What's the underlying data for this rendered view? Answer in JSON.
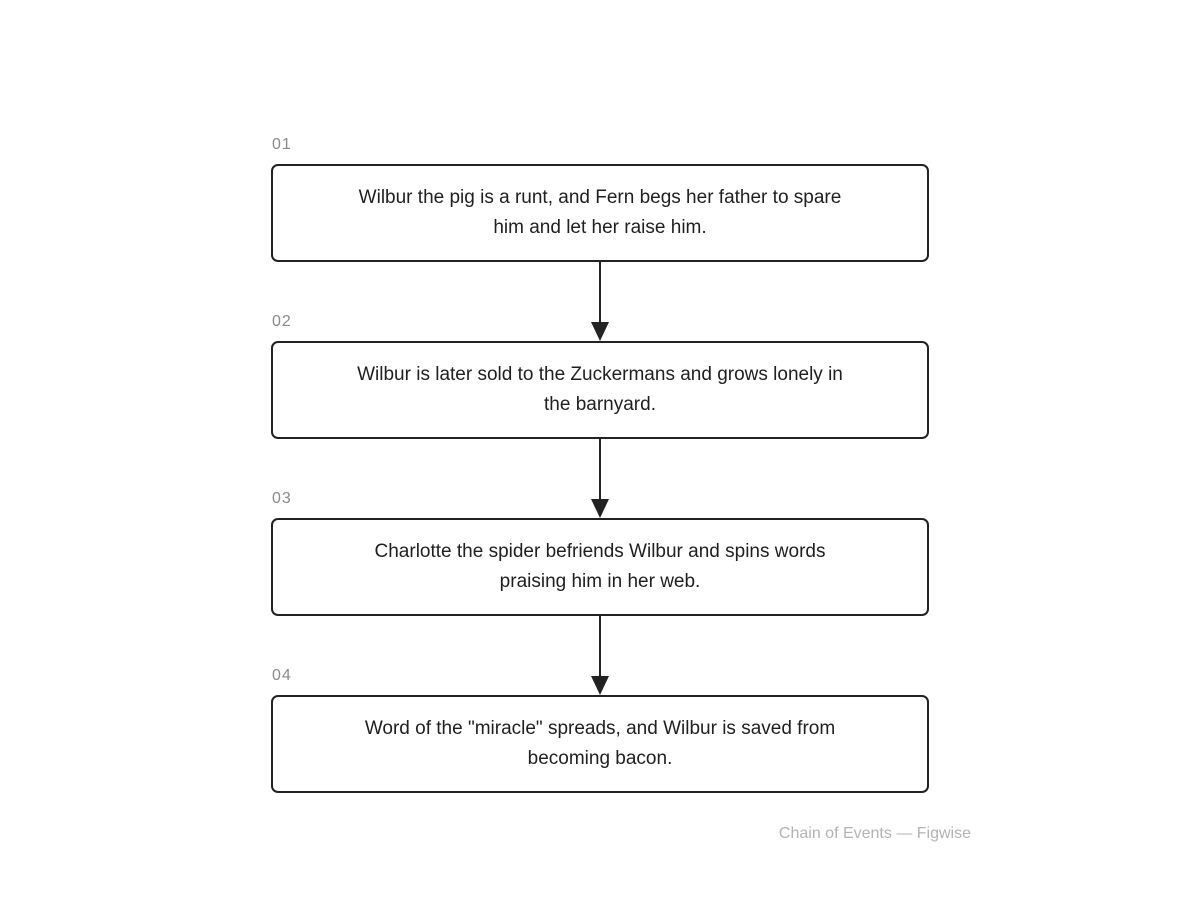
{
  "steps": [
    {
      "number": "01",
      "text": "Wilbur the pig is a runt, and Fern begs her father to spare him and let her raise him."
    },
    {
      "number": "02",
      "text": "Wilbur is later sold to the Zuckermans and grows lonely in the barnyard."
    },
    {
      "number": "03",
      "text": "Charlotte the spider befriends Wilbur and spins words praising him in her web."
    },
    {
      "number": "04",
      "text": "Word of the \"miracle\" spreads, and Wilbur is saved from becoming bacon."
    }
  ],
  "footer": "Chain of Events — Figwise",
  "colors": {
    "box_border": "#222222",
    "arrow": "#222222",
    "step_number": "#8a8a8a",
    "footer": "#b3b3b3"
  }
}
